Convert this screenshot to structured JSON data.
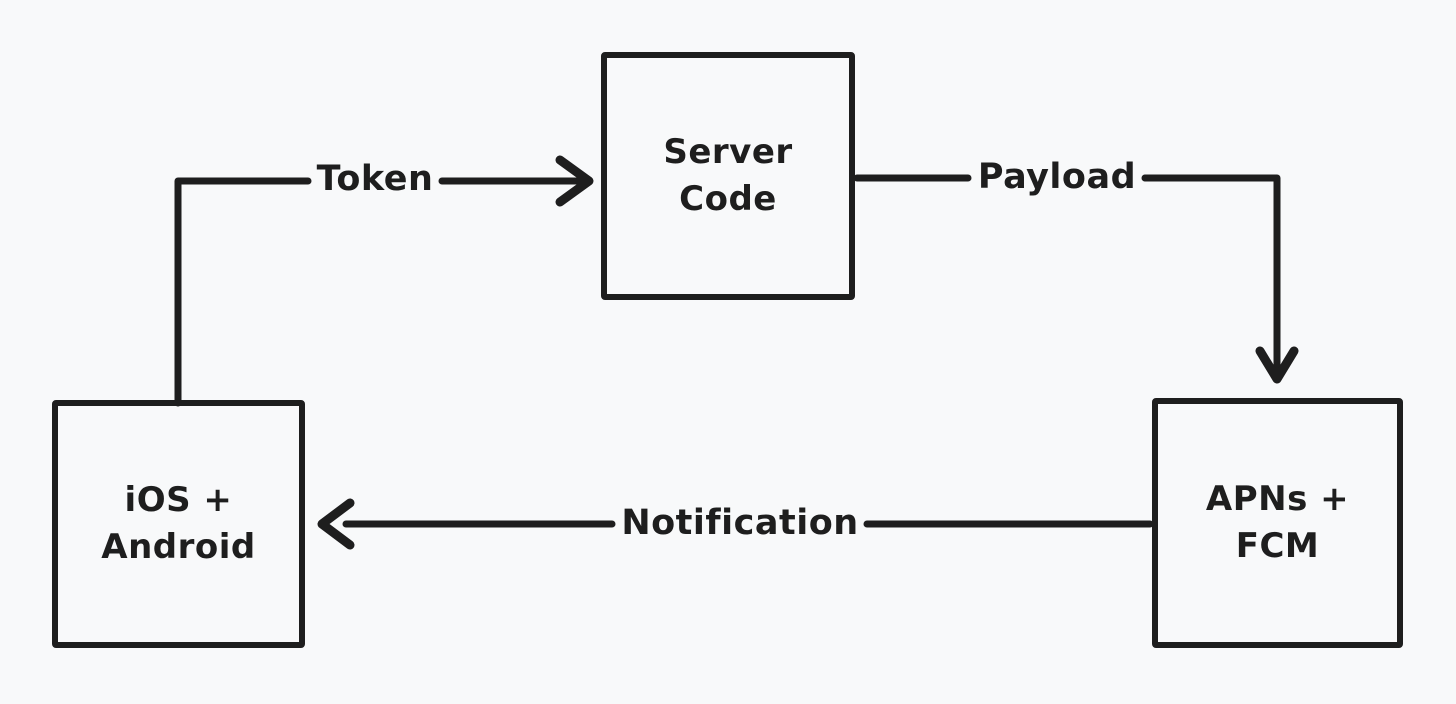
{
  "canvas": {
    "background_color": "#f8f9fa",
    "stroke_color": "#1e1e1e"
  },
  "diagram": {
    "type": "flowchart",
    "nodes": [
      {
        "id": "ios-android",
        "label": "iOS +\nAndroid"
      },
      {
        "id": "server-code",
        "label": "Server\nCode"
      },
      {
        "id": "apns-fcm",
        "label": "APNs +\nFCM"
      }
    ],
    "edges": [
      {
        "id": "token",
        "label": "Token",
        "from": "iOS + Android",
        "to": "Server Code",
        "direction": "right"
      },
      {
        "id": "payload",
        "label": "Payload",
        "from": "Server Code",
        "to": "APNs + FCM",
        "direction": "down"
      },
      {
        "id": "notification",
        "label": "Notification",
        "from": "APNs + FCM",
        "to": "iOS + Android",
        "direction": "left"
      }
    ]
  }
}
